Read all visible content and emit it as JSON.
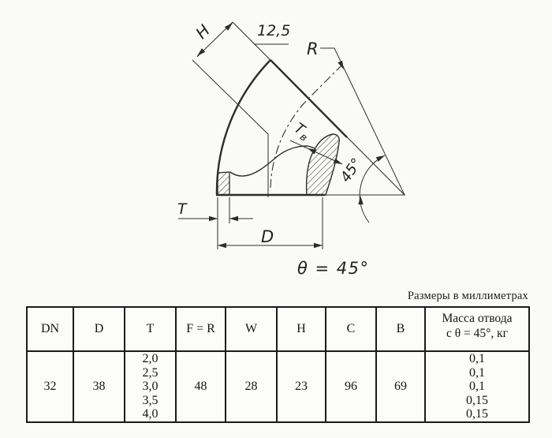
{
  "drawing": {
    "labels": {
      "h": "H",
      "roughness": "12,5",
      "radius": "R",
      "wall_inner_main": "Т",
      "wall_inner_sub": "в",
      "angle": "45°",
      "wall": "T",
      "diameter": "D"
    },
    "theta_note": "θ = 45°"
  },
  "note": "Размеры в миллиметрах",
  "table": {
    "headers": {
      "dn": "DN",
      "d": "D",
      "t": "T",
      "fr": "F = R",
      "w": "W",
      "h": "H",
      "c": "C",
      "b": "B"
    },
    "mass_header": [
      "Масса отвода",
      "с θ = 45°, кг"
    ],
    "row": {
      "dn": "32",
      "d": "38",
      "t": [
        "2,0",
        "2,5",
        "3,0",
        "3,5",
        "4,0"
      ],
      "fr": "48",
      "w": "28",
      "h": "23",
      "c": "96",
      "b": "69",
      "mass": [
        "0,1",
        "0,1",
        "0,1",
        "0,15",
        "0,15"
      ]
    }
  },
  "colors": {
    "line": "#2d2d2d",
    "table_border": "#1b1b1b",
    "background": "#fafaf8"
  }
}
